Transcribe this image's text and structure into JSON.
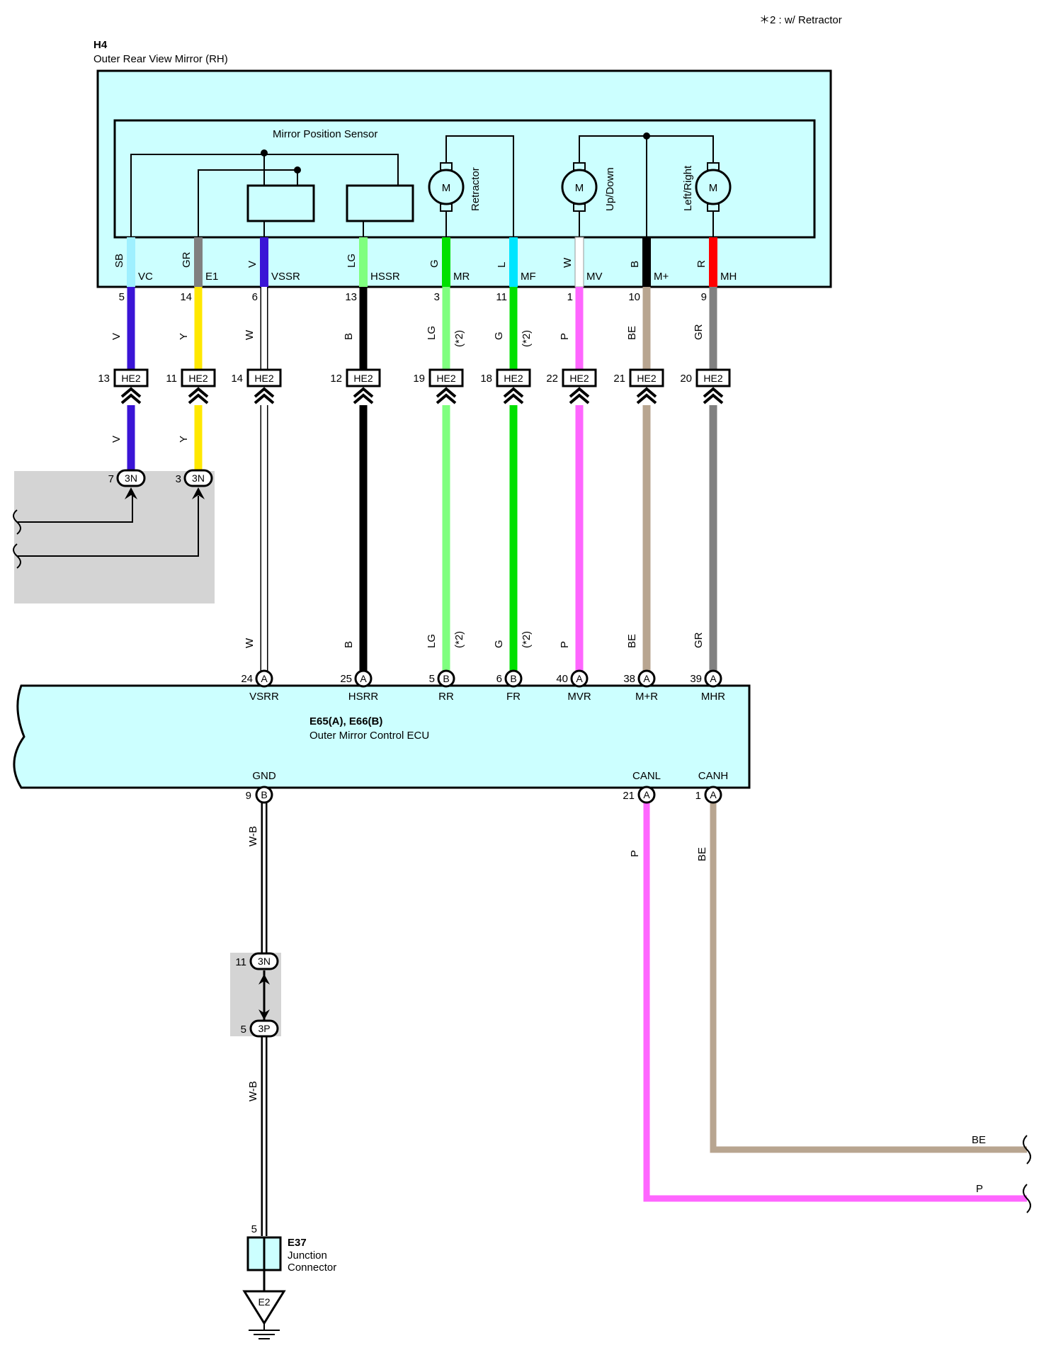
{
  "footnote": "＊2 : w/ Retractor",
  "mirror": {
    "code": "H4",
    "name": "Outer Rear View Mirror (RH)",
    "sensor_label": "Mirror Position Sensor",
    "motor_glyph": "M",
    "motors": [
      "Retractor",
      "Up/Down",
      "Left/Right"
    ]
  },
  "ecu": {
    "code": "E65(A), E66(B)",
    "name": "Outer Mirror Control ECU"
  },
  "harness_connector": "HE2",
  "mirror_wires": [
    {
      "color_code": "SB",
      "terminal": "VC",
      "pin": "5",
      "harness_color": "V",
      "he2_pin": "13",
      "hex": "#9ff0ff",
      "wire_hex": "#3a14d6"
    },
    {
      "color_code": "GR",
      "terminal": "E1",
      "pin": "14",
      "harness_color": "Y",
      "he2_pin": "11",
      "hex": "#808080",
      "wire_hex": "#ffe800"
    },
    {
      "color_code": "V",
      "terminal": "VSSR",
      "pin": "6",
      "harness_color": "W",
      "he2_pin": "14",
      "hex": "#3a14d6",
      "wire_hex": "#ffffff",
      "ecu_pin": "24",
      "ecu_conn": "A",
      "ecu_term": "VSRR"
    },
    {
      "color_code": "LG",
      "terminal": "HSSR",
      "pin": "13",
      "harness_color": "B",
      "he2_pin": "12",
      "hex": "#7fff7f",
      "wire_hex": "#000000",
      "ecu_pin": "25",
      "ecu_conn": "A",
      "ecu_term": "HSRR"
    },
    {
      "color_code": "G",
      "terminal": "MR",
      "pin": "3",
      "harness_color": "LG",
      "he2_pin": "19",
      "hex": "#00e000",
      "wire_hex": "#7fff7f",
      "note": "(*2)",
      "ecu_pin": "5",
      "ecu_conn": "B",
      "ecu_term": "RR"
    },
    {
      "color_code": "L",
      "terminal": "MF",
      "pin": "11",
      "harness_color": "G",
      "he2_pin": "18",
      "hex": "#00e5ff",
      "wire_hex": "#00e000",
      "note": "(*2)",
      "ecu_pin": "6",
      "ecu_conn": "B",
      "ecu_term": "FR"
    },
    {
      "color_code": "W",
      "terminal": "MV",
      "pin": "1",
      "harness_color": "P",
      "he2_pin": "22",
      "hex": "#ffffff",
      "wire_hex": "#ff66ff",
      "ecu_pin": "40",
      "ecu_conn": "A",
      "ecu_term": "MVR"
    },
    {
      "color_code": "B",
      "terminal": "M+",
      "pin": "10",
      "harness_color": "BE",
      "he2_pin": "21",
      "hex": "#000000",
      "wire_hex": "#b8a590",
      "ecu_pin": "38",
      "ecu_conn": "A",
      "ecu_term": "M+R"
    },
    {
      "color_code": "R",
      "terminal": "MH",
      "pin": "9",
      "harness_color": "GR",
      "he2_pin": "20",
      "hex": "#ff0000",
      "wire_hex": "#808080",
      "ecu_pin": "39",
      "ecu_conn": "A",
      "ecu_term": "MHR"
    }
  ],
  "conn_3n": {
    "label": "3N",
    "pins": [
      "7",
      "3"
    ]
  },
  "ecu_bottom": {
    "gnd": {
      "term": "GND",
      "pin": "9",
      "conn": "B",
      "wire": "W-B"
    },
    "canl": {
      "term": "CANL",
      "pin": "21",
      "conn": "A",
      "wire": "P"
    },
    "canh": {
      "term": "CANH",
      "pin": "1",
      "conn": "A",
      "wire": "BE"
    }
  },
  "splice": {
    "top_label": "3N",
    "top_pin": "11",
    "bottom_label": "3P",
    "bottom_pin": "5"
  },
  "junction": {
    "pin": "5",
    "code": "E37",
    "name_line1": "Junction",
    "name_line2": "Connector",
    "ground": "E2"
  },
  "bus_out": {
    "canh": "BE",
    "canl": "P"
  },
  "colors": {
    "panel": "#ccffff",
    "shade": "#d4d4d4",
    "p": "#ff66ff",
    "be": "#b8a590"
  }
}
